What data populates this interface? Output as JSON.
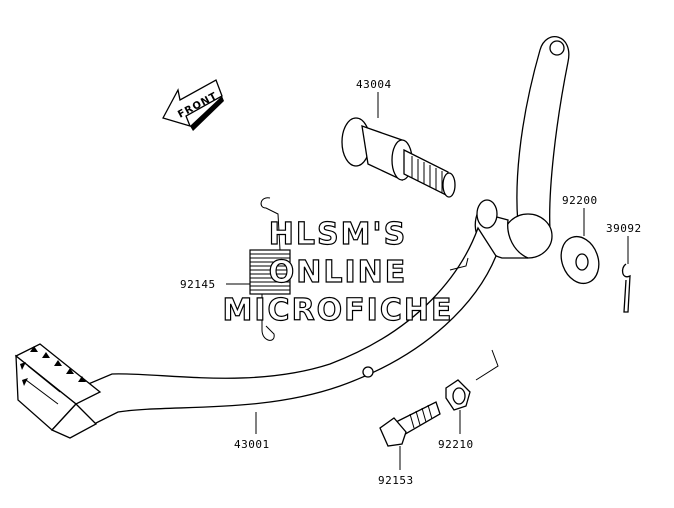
{
  "front_arrow": {
    "label": "FRONT"
  },
  "watermark": {
    "line1": "HLSM'S",
    "line2": "ONLINE",
    "line3": "MICROFICHE"
  },
  "parts": {
    "p43004": "43004",
    "p92145": "92145",
    "p92200": "92200",
    "p39092": "39092",
    "p43001": "43001",
    "p92210": "92210",
    "p92153": "92153"
  }
}
